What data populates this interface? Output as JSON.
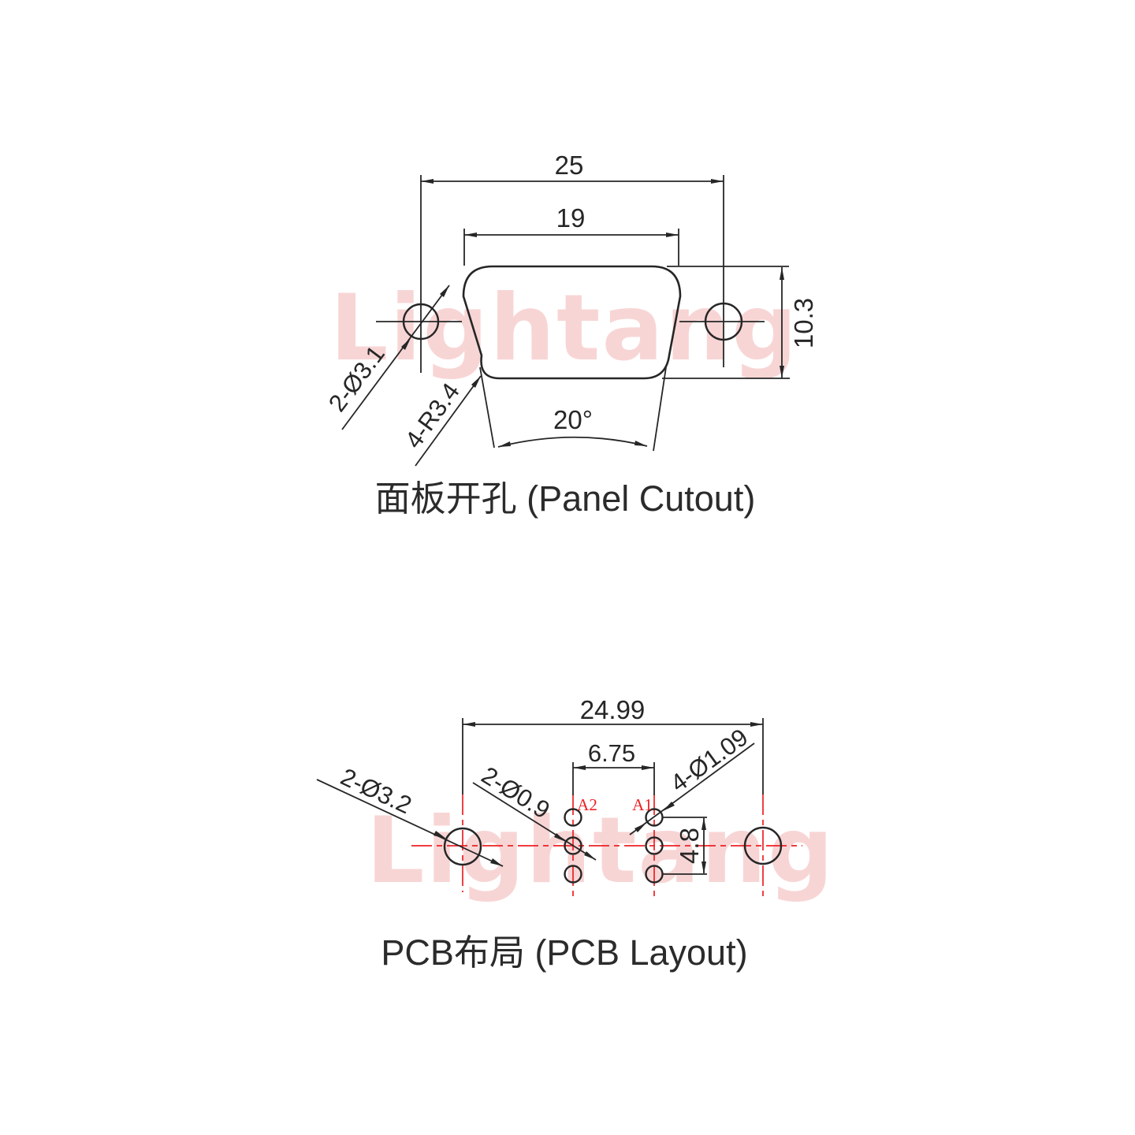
{
  "watermark": {
    "text": "Lightang",
    "color": "#f8d5d5"
  },
  "panel_cutout": {
    "title": "面板开孔 (Panel Cutout)",
    "dim_outer_width": "25",
    "dim_opening_width": "19",
    "dim_opening_height": "10.3",
    "mount_holes_label": "2-Ø3.1",
    "corner_radius_label": "4-R3.4",
    "side_angle_label": "20°"
  },
  "pcb_layout": {
    "title": "PCB布局 (PCB Layout)",
    "dim_mount_span": "24.99",
    "dim_pin_pitch": "6.75",
    "dim_row_height": "4.8",
    "mount_holes_label": "2-Ø3.2",
    "small_holes_label": "2-Ø0.9",
    "pin_holes_label": "4-Ø1.09",
    "pin_a1": "A1",
    "pin_a2": "A2"
  },
  "colors": {
    "ink": "#262626",
    "centerline_red": "#ed2024",
    "watermark_pink": "#f8d5d5",
    "background": "#ffffff"
  }
}
